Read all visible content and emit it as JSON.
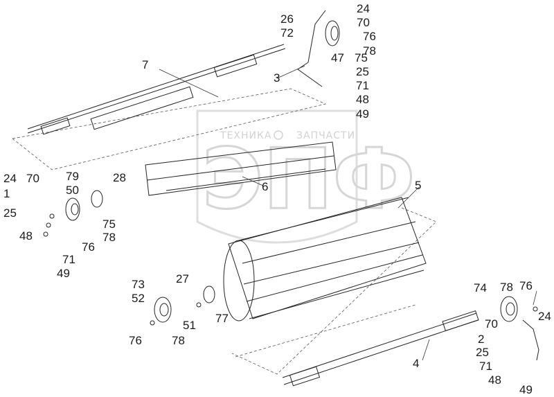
{
  "watermark": {
    "line1": "ТЕХНИКА",
    "line2": "ЗАПЧАСТИ",
    "logo": "ЭПФ"
  },
  "labels": {
    "l1": "1",
    "l2": "2",
    "l3": "3",
    "l4": "4",
    "l5": "5",
    "l6": "6",
    "l7": "7",
    "l24a": "24",
    "l70a": "70",
    "l26": "26",
    "l72": "72",
    "l76a": "76",
    "l78a": "78",
    "l47": "47",
    "l75a": "75",
    "l25a": "25",
    "l71a": "71",
    "l48a": "48",
    "l49a": "49",
    "l24b": "24",
    "l70b": "70",
    "l79": "79",
    "l50": "50",
    "l28": "28",
    "l25b": "25",
    "l48b": "48",
    "l75b": "75",
    "l78b": "78",
    "l76b": "76",
    "l71b": "71",
    "l49b": "49",
    "l73": "73",
    "l52": "52",
    "l27": "27",
    "l51": "51",
    "l77": "77",
    "l76c": "76",
    "l78c": "78",
    "l74": "74",
    "l78d": "78",
    "l76d": "76",
    "l70c": "70",
    "l24c": "24",
    "l25c": "25",
    "l71c": "71",
    "l48c": "48",
    "l49c": "49"
  }
}
